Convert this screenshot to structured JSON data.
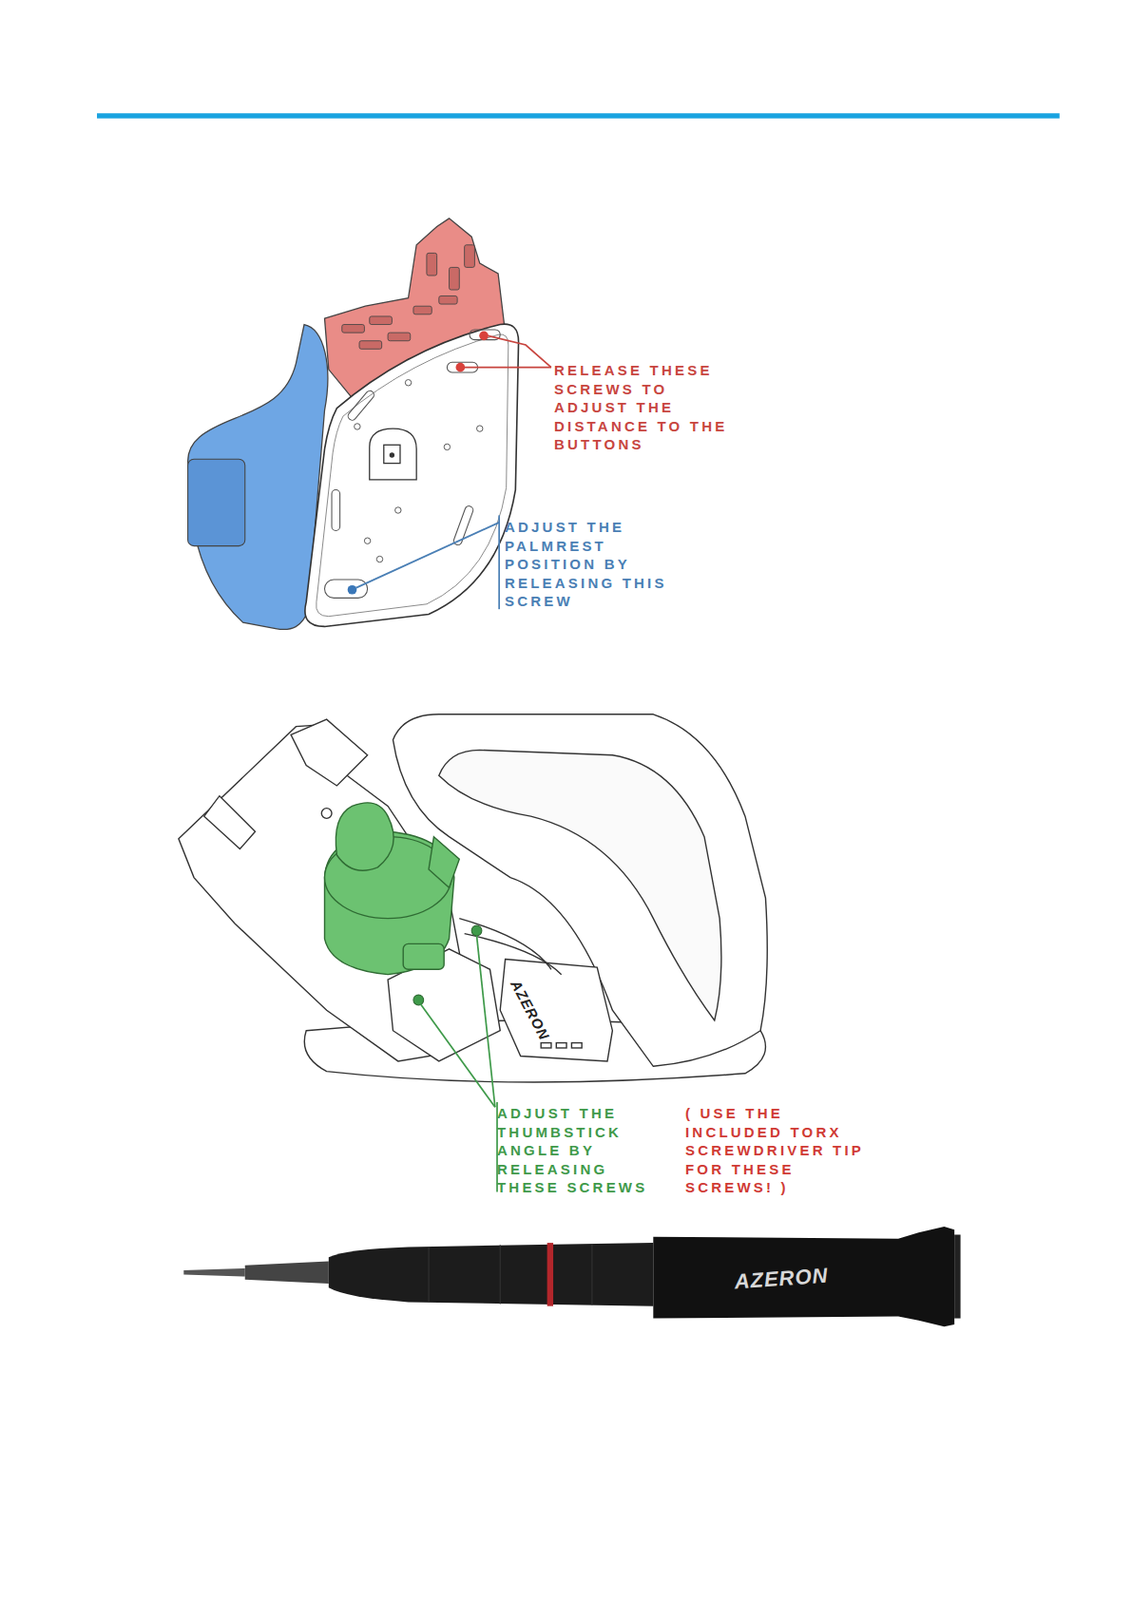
{
  "diagram": {
    "labels": [
      "RELEASE THESE SCREWS TO ADJUST THE DISTANCE TO THE BUTTONS",
      "ADJUST THE PALMREST POSITION BY RELEASING THIS SCREW",
      "ADJUST THE THUMBSTICK ANGLE BY RELEASING THESE SCREWS",
      "( USE THE INCLUDED TORX SCREWDRIVER TIP FOR THESE SCREWS! )",
      "AZERON",
      "AZERON"
    ]
  }
}
